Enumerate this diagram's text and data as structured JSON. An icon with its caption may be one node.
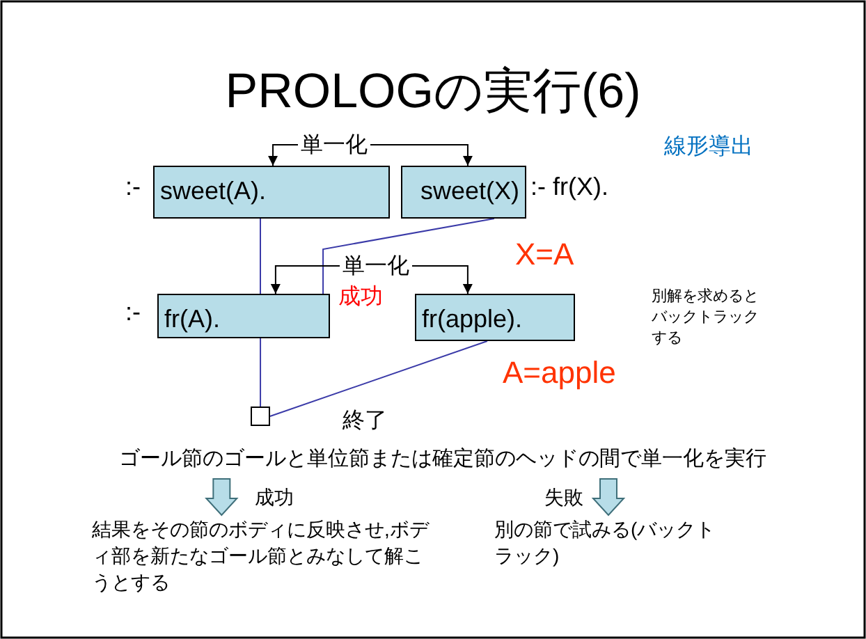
{
  "diagram": {
    "title": "PROLOGの実行(6)",
    "nodes": [
      {
        "text": [
          "単一化"
        ]
      },
      {
        "text": [
          "sweet(A)."
        ],
        "beside": [
          ":-"
        ]
      },
      {
        "text": [
          "sweet(X)"
        ],
        "beside": [
          ":- fr(X)."
        ]
      },
      {
        "text": [
          "単一化"
        ]
      },
      {
        "text": [
          "fr(A)."
        ],
        "beside": [
          ":-"
        ]
      },
      {
        "text": [
          "fr(apple)."
        ]
      },
      {
        "text": [],
        "shape": "box"
      },
      {
        "text": [
          "ゴール節のゴールと単位節または確定節のヘッドの間で単一化を実行"
        ]
      },
      {
        "text": [
          "結果をその節のボディに反映させ,ボディ部を新たなゴール節とみなして解こうとする"
        ]
      },
      {
        "text": [
          "別の節で試みる(バックトラック)"
        ]
      }
    ],
    "edges": [
      {
        "from": 0,
        "to": 1,
        "arrow": "to"
      },
      {
        "from": 0,
        "to": 2,
        "arrow": "to"
      },
      {
        "from": 1,
        "to": 4,
        "arrow": "none",
        "color": "#3a3aa8"
      },
      {
        "from": 2,
        "to": 4,
        "arrow": "none",
        "color": "#3a3aa8"
      },
      {
        "from": 3,
        "to": 4,
        "arrow": "to"
      },
      {
        "from": 3,
        "to": 5,
        "arrow": "to"
      },
      {
        "from": 4,
        "to": 6,
        "arrow": "none",
        "color": "#3a3aa8"
      },
      {
        "from": 5,
        "to": 6,
        "arrow": "none",
        "color": "#3a3aa8"
      },
      {
        "from": 7,
        "to": 8,
        "arrow": "to",
        "label": "成功",
        "style": "thick",
        "color": "#b7dde8"
      },
      {
        "from": 7,
        "to": 9,
        "arrow": "to",
        "label": "失敗",
        "style": "thick",
        "color": "#b7dde8"
      }
    ],
    "labels": [
      "線形導出",
      "X=A",
      "成功",
      "A=apple",
      "別解を求めるとバックトラックする",
      "終了"
    ]
  }
}
